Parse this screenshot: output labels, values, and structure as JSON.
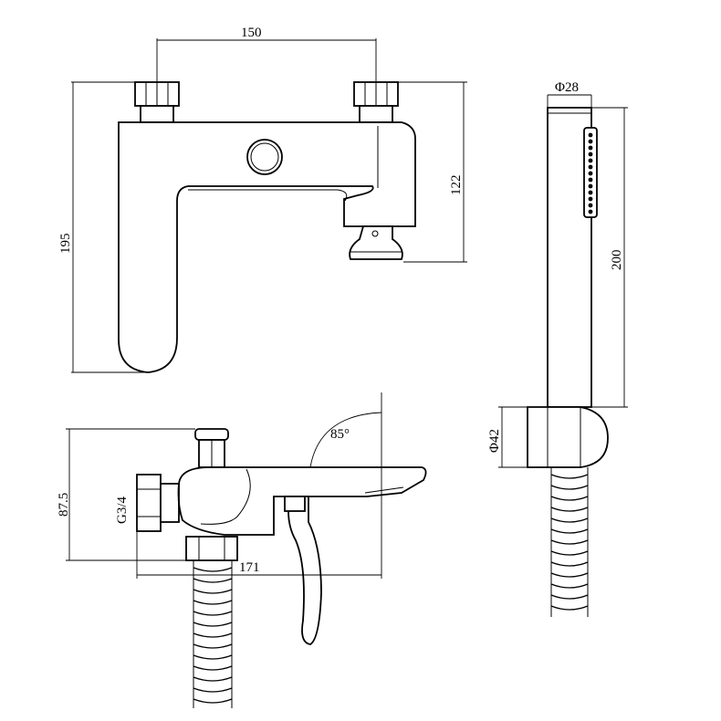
{
  "dimensions": {
    "top_width": "150",
    "total_height": "195",
    "spout_height": "122",
    "handshower_diameter": "Φ28",
    "handshower_length": "200",
    "holder_diameter": "Φ42",
    "side_height": "87.5",
    "thread": "G3/4",
    "side_reach": "171",
    "lever_angle": "85°"
  }
}
